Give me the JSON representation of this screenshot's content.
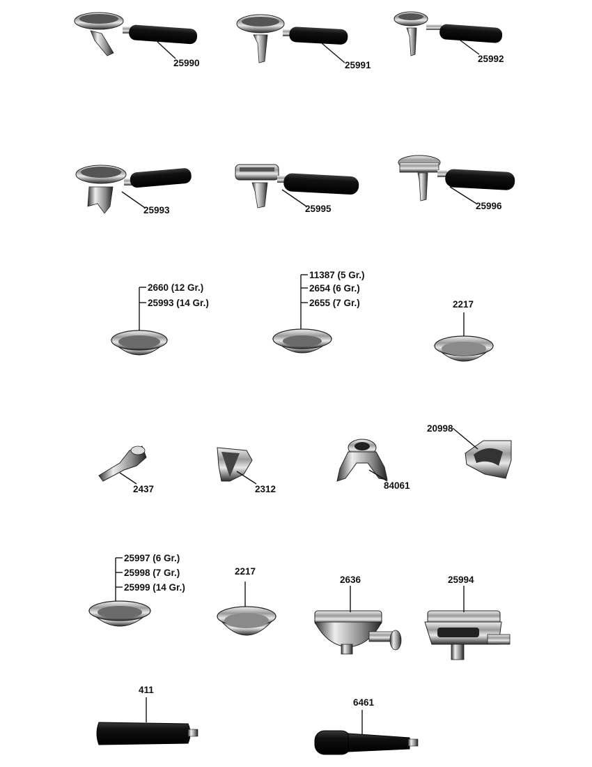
{
  "parts": {
    "p25990": "25990",
    "p25991": "25991",
    "p25992": "25992",
    "p25993": "25993",
    "p25995": "25995",
    "p25996": "25996",
    "basket_a": [
      "2660 (12 Gr.)",
      "25993 (14 Gr.)"
    ],
    "basket_b": [
      "11387 (5 Gr.)",
      "2654 (6 Gr.)",
      "2655 (7 Gr.)"
    ],
    "p2217_top": "2217",
    "p2437": "2437",
    "p2312": "2312",
    "p84061": "84061",
    "p20998": "20998",
    "basket_c": [
      "25997 (6 Gr.)",
      "25998 (7 Gr.)",
      "25999 (14 Gr.)"
    ],
    "p2217_bottom": "2217",
    "p2636": "2636",
    "p25994": "25994",
    "p411": "411",
    "p6461": "6461"
  },
  "colors": {
    "ink": "#111111",
    "chrome_dark": "#3a3a3a",
    "chrome_light": "#d9d9d9",
    "handle": "#0d0d0d"
  }
}
